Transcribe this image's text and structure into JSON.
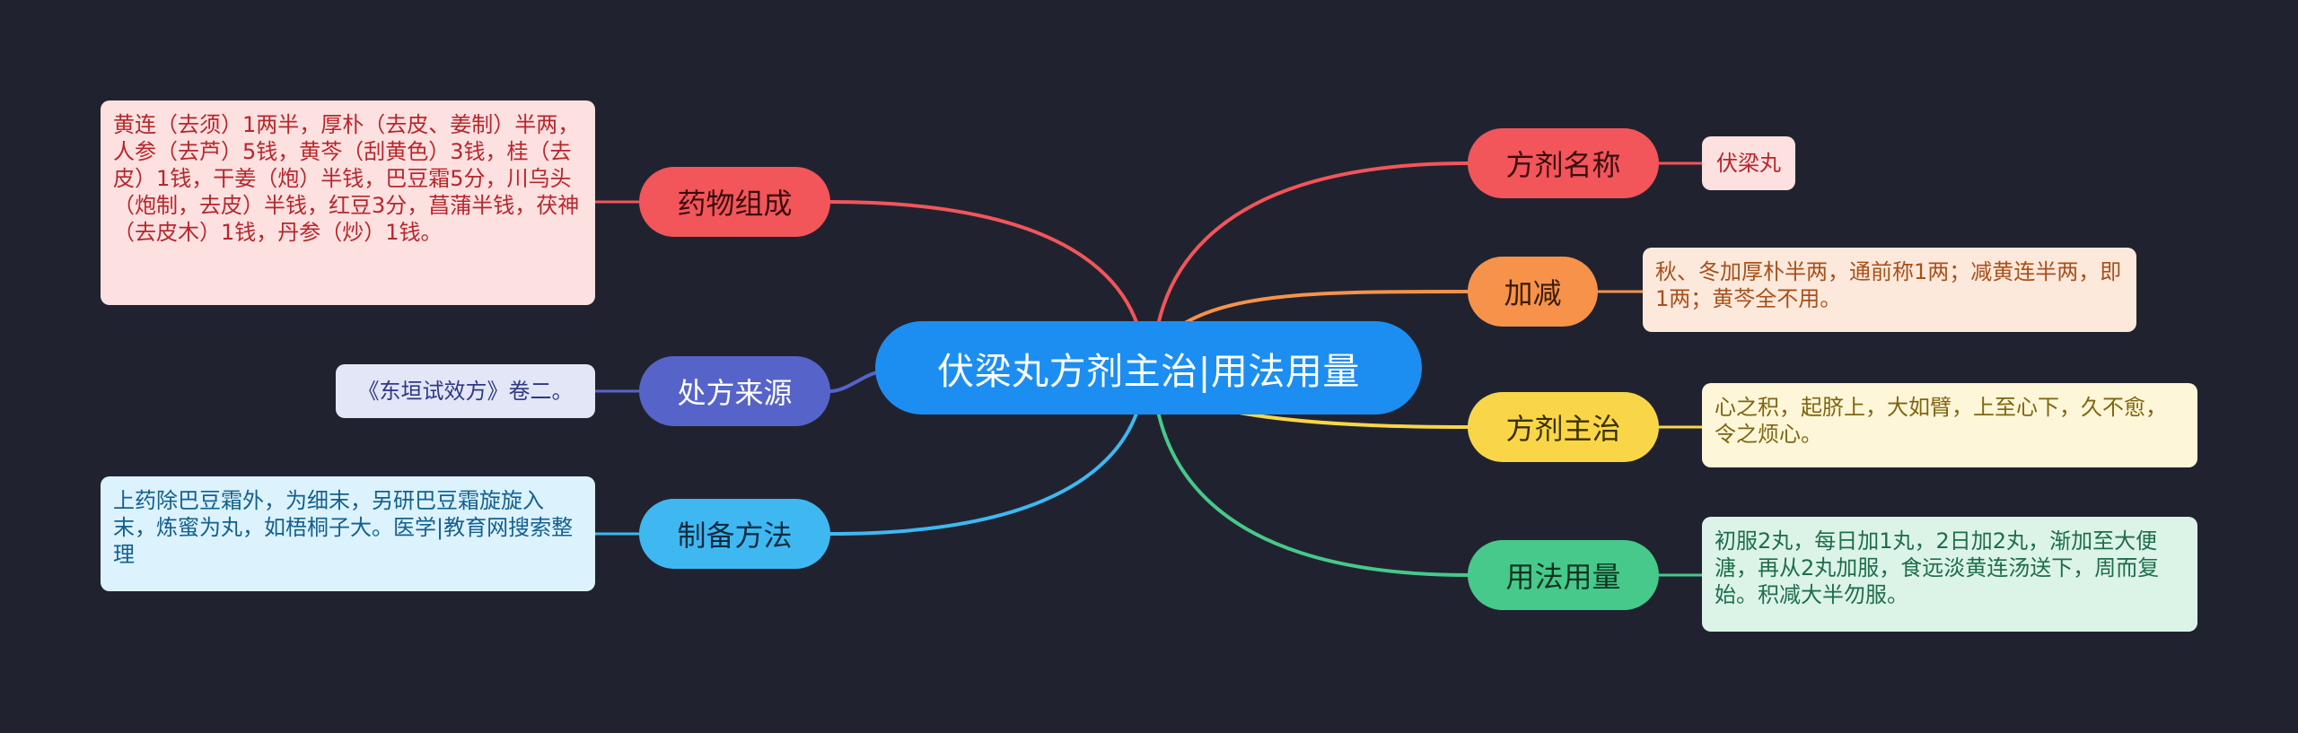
{
  "center": {
    "label": "伏梁丸方剂主治|用法用量",
    "color": "#1c8ef2"
  },
  "branches": [
    {
      "id": "ingredients",
      "label": "药物组成",
      "color": "#f2555a",
      "side": "left",
      "leaf": "黄连（去须）1两半，厚朴（去皮、姜制）半两，人参（去芦）5钱，黄芩（刮黄色）3钱，桂（去皮）1钱，干姜（炮）半钱，巴豆霜5分，川乌头（炮制，去皮）半钱，红豆3分，菖蒲半钱，茯神（去皮木）1钱，丹参（炒）1钱。",
      "leaf_bg": "#fde1e1",
      "leaf_fg": "#b8262b"
    },
    {
      "id": "source",
      "label": "处方来源",
      "color": "#5664c9",
      "side": "left",
      "leaf": "《东垣试效方》卷二。",
      "leaf_bg": "#e3e6f6",
      "leaf_fg": "#2e3888"
    },
    {
      "id": "preparation",
      "label": "制备方法",
      "color": "#3fb8f2",
      "side": "left",
      "leaf": "上药除巴豆霜外，为细末，另研巴豆霜旋旋入末，炼蜜为丸，如梧桐子大。医学|教育网搜索整理",
      "leaf_bg": "#dcf2fd",
      "leaf_fg": "#12608f"
    },
    {
      "id": "name",
      "label": "方剂名称",
      "color": "#f2555a",
      "side": "right",
      "leaf": "伏梁丸",
      "leaf_bg": "#fde1e1",
      "leaf_fg": "#b8262b"
    },
    {
      "id": "modification",
      "label": "加减",
      "color": "#f7924a",
      "side": "right",
      "leaf": "秋、冬加厚朴半两，通前称1两；减黄连半两，即1两；黄芩全不用。",
      "leaf_bg": "#fde9dc",
      "leaf_fg": "#a8501a"
    },
    {
      "id": "indication",
      "label": "方剂主治",
      "color": "#f9d648",
      "side": "right",
      "leaf": "心之积，起脐上，大如臂，上至心下，久不愈，令之烦心。",
      "leaf_bg": "#fdf6d8",
      "leaf_fg": "#7f6510"
    },
    {
      "id": "usage",
      "label": "用法用量",
      "color": "#46c98a",
      "side": "right",
      "leaf": "初服2丸，每日加1丸，2日加2丸，渐加至大便溏，再从2丸加服，食远淡黄连汤送下，周而复始。积减大半勿服。",
      "leaf_bg": "#dcf4e8",
      "leaf_fg": "#1e6e48"
    }
  ]
}
